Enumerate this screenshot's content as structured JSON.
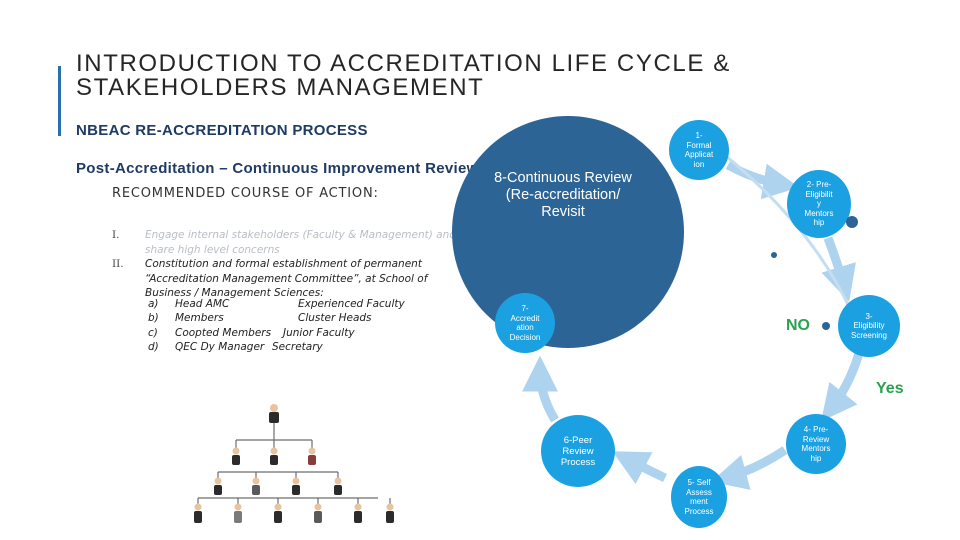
{
  "title": {
    "line1": "INTRODUCTION TO ACCREDITATION LIFE CYCLE &",
    "line2": "STAKEHOLDERS MANAGEMENT"
  },
  "subtitle": "NBEAC RE-ACCREDITATION PROCESS",
  "review_heading": "Post-Accreditation – Continuous Improvement Review",
  "recommended_heading": "RECOMMENDED COURSE OF ACTION:",
  "actions": [
    {
      "num": "I.",
      "text": "Engage internal stakeholders (Faculty & Management) and",
      "text2": "share high level concerns"
    },
    {
      "num": "II.",
      "text": "Constitution and formal establishment of permanent",
      "text2": "“Accreditation Management Committee”, at School of",
      "text3": "Business / Management Sciences:"
    }
  ],
  "committee": [
    {
      "letter": "a)",
      "role": "Head AMC",
      "person": "Experienced Faculty"
    },
    {
      "letter": "b)",
      "role": "Members",
      "person": "Cluster Heads"
    },
    {
      "letter": "c)",
      "role": "Coopted Members",
      "person": "Junior Faculty"
    },
    {
      "letter": "d)",
      "role": "QEC Dy Manager",
      "person": "Secretary"
    }
  ],
  "center_circle": "8-Continuous Review (Re-accreditation/ Revisit",
  "nodes": {
    "n1": [
      "1-",
      "Formal",
      "Applicat",
      "ion"
    ],
    "n2": [
      "2- Pre-",
      "Eligibilit",
      "y",
      "Mentors",
      "hip"
    ],
    "n3": [
      "3-",
      "Eligibility",
      "Screening"
    ],
    "n4": [
      "4- Pre-",
      "Review",
      "Mentors",
      "hip"
    ],
    "n5": [
      "5- Self",
      "Assess",
      "ment",
      "Process"
    ],
    "n6": [
      "6-Peer",
      "Review",
      "Process"
    ],
    "n7": [
      "7-",
      "Accredit",
      "ation",
      "Decision"
    ]
  },
  "no_label": "NO",
  "yes_label": "Yes",
  "colors": {
    "accent": "#2a6fb0",
    "center_circle": "#2c6496",
    "node": "#1ba1e2",
    "arrow": "#aed3ee",
    "yes_no": "#2aa24f"
  }
}
